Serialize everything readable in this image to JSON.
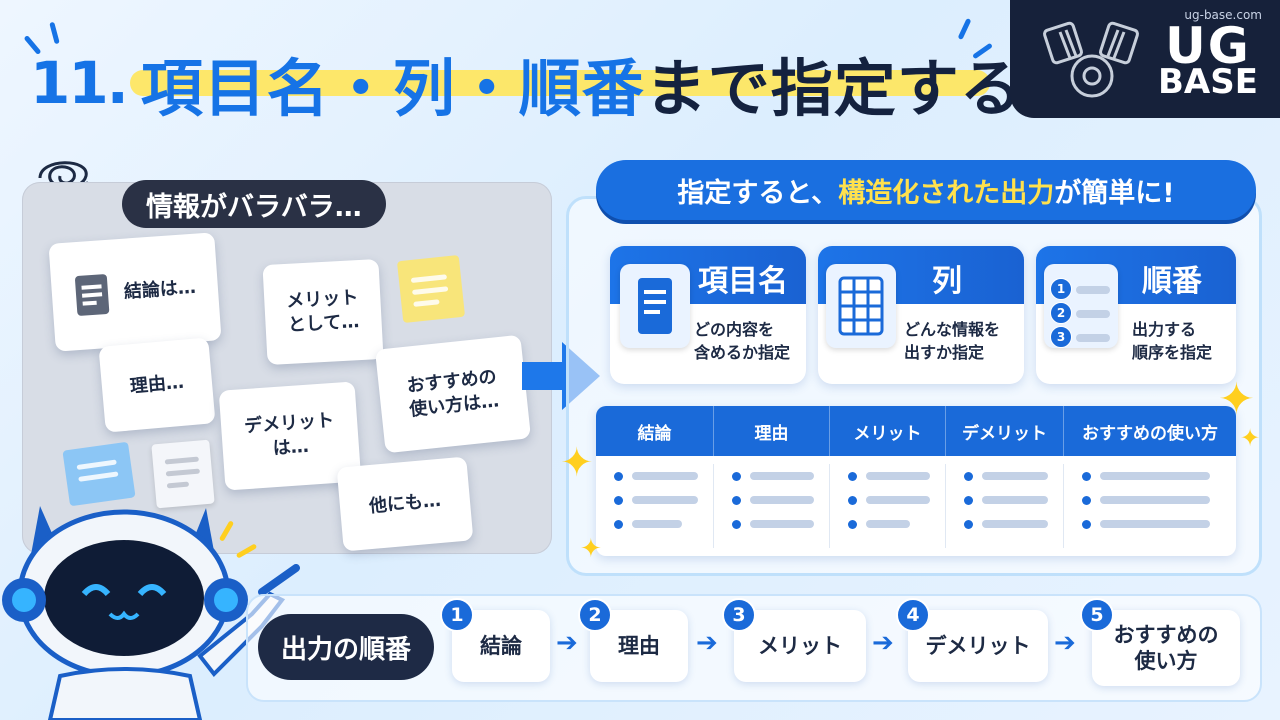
{
  "title": {
    "number": "11.",
    "part1": "項目名・列・順番",
    "part2": "まで指定する"
  },
  "logo": {
    "url": "ug-base.com",
    "line1": "UG",
    "line2": "BASE"
  },
  "left": {
    "badge": "情報がバラバラ…",
    "cards": [
      "結論は…",
      "メリット\nとして…",
      "理由…",
      "おすすめの\n使い方は…",
      "デメリット\nは…",
      "他にも…"
    ]
  },
  "right": {
    "banner_a": "指定すると、",
    "banner_b": "構造化された出力",
    "banner_c": "が簡単に!",
    "features": [
      {
        "title": "項目名",
        "desc": "どの内容を\n含めるか指定",
        "icon": "document-icon"
      },
      {
        "title": "列",
        "desc": "どんな情報を\n出すか指定",
        "icon": "table-icon"
      },
      {
        "title": "順番",
        "desc": "出力する\n順序を指定",
        "icon": "numbered-list-icon"
      }
    ],
    "list_numbers": [
      "1",
      "2",
      "3"
    ],
    "table_headers": [
      "結論",
      "理由",
      "メリット",
      "デメリット",
      "おすすめの使い方"
    ]
  },
  "bottom": {
    "label": "出力の順番",
    "steps": [
      {
        "num": "1",
        "text": "結論"
      },
      {
        "num": "2",
        "text": "理由"
      },
      {
        "num": "3",
        "text": "メリット"
      },
      {
        "num": "4",
        "text": "デメリット"
      },
      {
        "num": "5",
        "text": "おすすめの\n使い方"
      }
    ]
  },
  "colors": {
    "accent": "#1a6ad9",
    "dark": "#1e2a45",
    "highlight": "#ffe55a",
    "sparkle": "#ffcf1f"
  }
}
